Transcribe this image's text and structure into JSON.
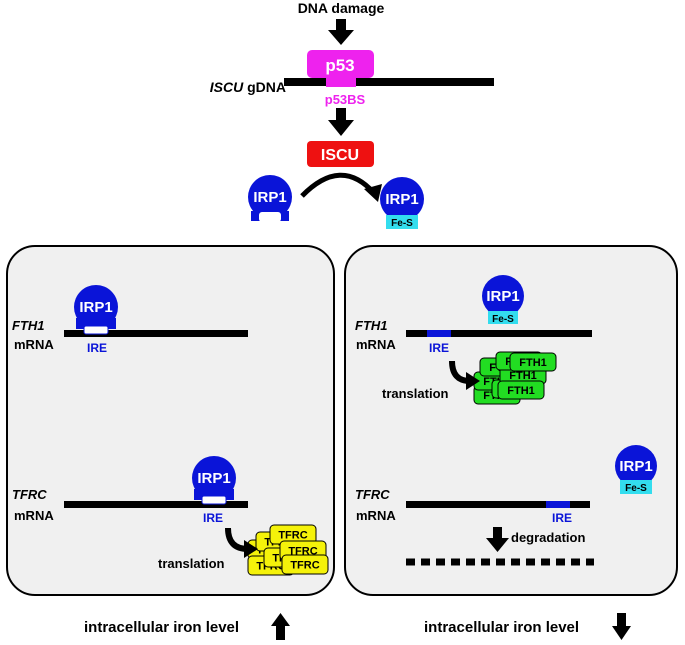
{
  "top": {
    "dna_damage": "DNA damage",
    "p53": "p53",
    "gene_italic": "ISCU",
    "gene_suffix": " gDNA",
    "p53bs": "p53BS",
    "iscu": "ISCU",
    "irp1_apo": "IRP1",
    "irp1_holo": "IRP1",
    "fes": "Fe-S"
  },
  "left_panel": {
    "fth1_gene": "FTH1",
    "fth1_mrna": "mRNA",
    "irp1_fth1": "IRP1",
    "ire_fth1": "IRE",
    "tfrc_gene": "TFRC",
    "tfrc_mrna": "mRNA",
    "irp1_tfrc": "IRP1",
    "ire_tfrc": "IRE",
    "protein": "TFRC",
    "translation": "translation",
    "iron_level": "intracellular iron level"
  },
  "right_panel": {
    "fth1_gene": "FTH1",
    "fth1_mrna": "mRNA",
    "irp1_fth1": "IRP1",
    "fes_fth1": "Fe-S",
    "ire_fth1": "IRE",
    "protein": "FTH1",
    "translation": "translation",
    "tfrc_gene": "TFRC",
    "tfrc_mrna": "mRNA",
    "irp1_tfrc": "IRP1",
    "fes_tfrc": "Fe-S",
    "ire_tfrc": "IRE",
    "degradation": "degradation",
    "iron_level": "intracellular iron level"
  },
  "colors": {
    "irp1": "#0a14d8",
    "p53": "#ee22ee",
    "iscu": "#ee1111",
    "fes": "#33ddee",
    "tfrc_protein": "#f5f20a",
    "fth1_protein": "#22dd22",
    "panel": "#f0f0f0"
  }
}
